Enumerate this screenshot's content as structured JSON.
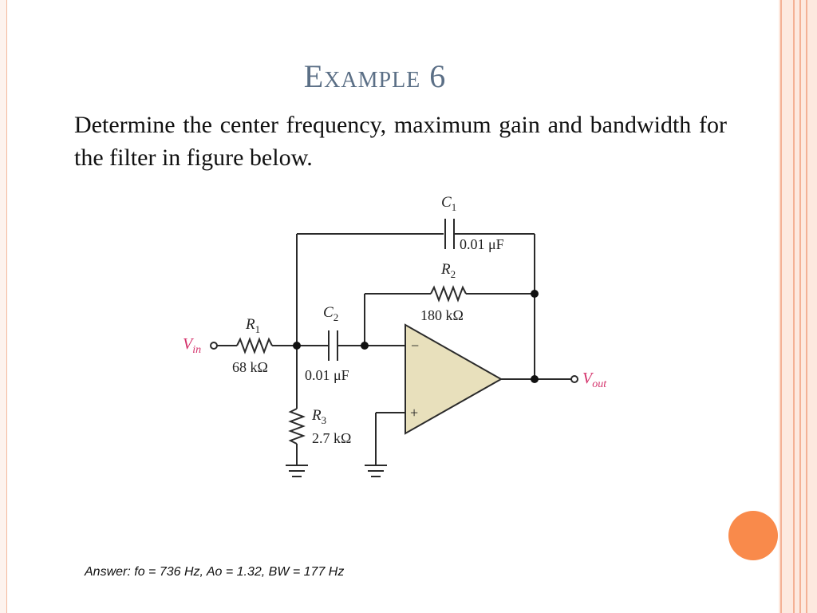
{
  "slide": {
    "title": "Example 6",
    "body": "Determine the center frequency, maximum gain and bandwidth for the filter in figure below.",
    "answer": "Answer: fo = 736 Hz, Ao = 1.32, BW = 177 Hz"
  },
  "circuit": {
    "vin": {
      "name": "V",
      "sub": "in"
    },
    "vout": {
      "name": "V",
      "sub": "out"
    },
    "components": {
      "c1": {
        "name": "C",
        "sub": "1",
        "value": "0.01 μF"
      },
      "c2": {
        "name": "C",
        "sub": "2",
        "value": "0.01 μF"
      },
      "r1": {
        "name": "R",
        "sub": "1",
        "value": "68 kΩ"
      },
      "r2": {
        "name": "R",
        "sub": "2",
        "value": "180 kΩ"
      },
      "r3": {
        "name": "R",
        "sub": "3",
        "value": "2.7 kΩ"
      }
    },
    "opamp": {
      "minus": "−",
      "plus": "+"
    }
  },
  "colors": {
    "title": "#5b6f86",
    "opamp_fill": "#e8e0bc",
    "signal_label": "#d4326b",
    "accent_circle": "#f98a4b",
    "frame": "#f4b195"
  }
}
